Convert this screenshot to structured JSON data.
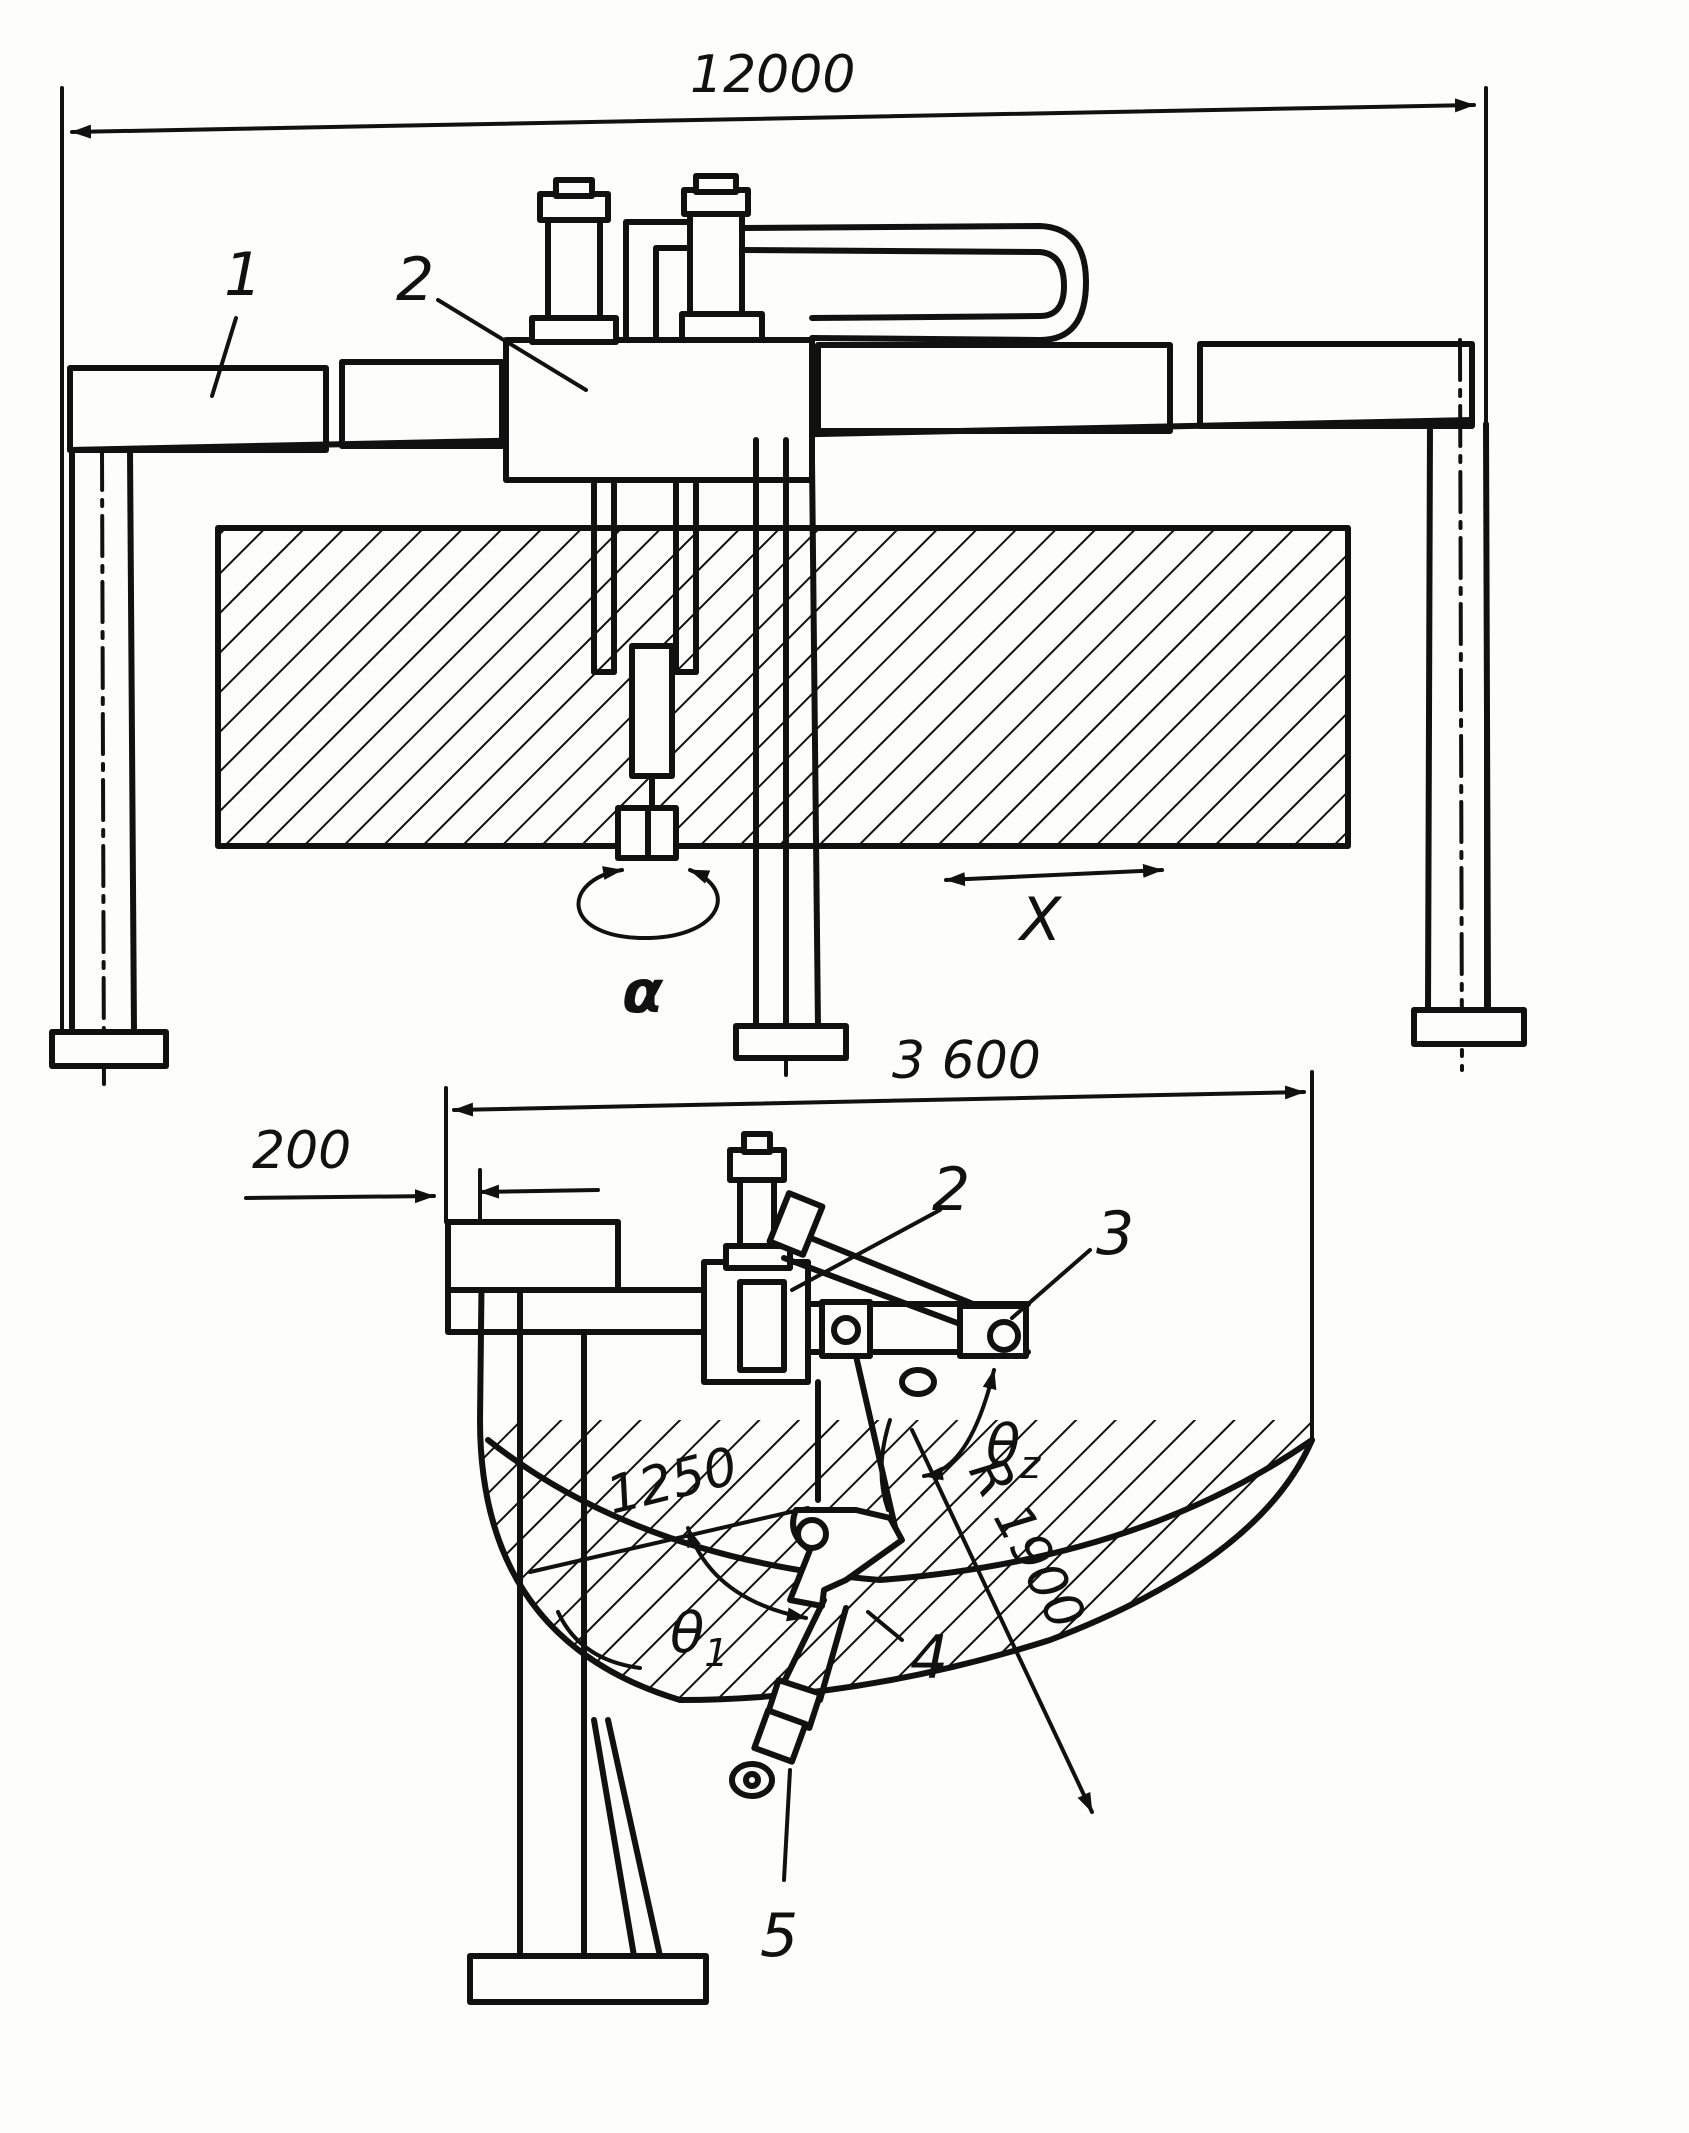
{
  "colors": {
    "ink": "#111111",
    "paper": "#fdfdfb"
  },
  "top_view": {
    "dim_overall": "12000",
    "labels": {
      "girder": "1",
      "carriage": "2"
    },
    "rotation_symbol": "α",
    "travel_axis": "X"
  },
  "side_view": {
    "dim_width": "3 600",
    "dim_offset": "200",
    "dim_arm": "1250",
    "dim_radius": "R 1900",
    "angle_1": {
      "symbol": "θ",
      "subscript": "1"
    },
    "angle_2": {
      "symbol": "θ",
      "subscript": "z"
    },
    "labels": {
      "carriage": "2",
      "pivot": "3",
      "arm": "4",
      "gripper": "5"
    }
  }
}
